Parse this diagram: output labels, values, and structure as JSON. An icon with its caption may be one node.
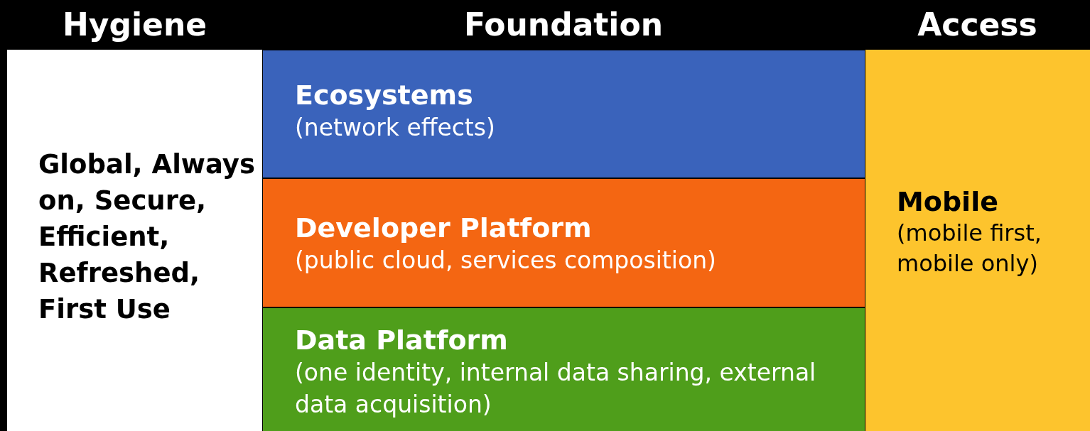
{
  "diagram": {
    "nodes": [
      {
        "text": [
          "Hygiene",
          "Global, Always on, Secure, Efficient, Refreshed, First Use"
        ]
      },
      {
        "text": [
          "Foundation"
        ]
      },
      {
        "text": [
          "Ecosystems",
          "(network effects)"
        ],
        "in": 1
      },
      {
        "text": [
          "Developer Platform",
          "(public cloud, services composition)"
        ],
        "in": 1
      },
      {
        "text": [
          "Data Platform",
          "(one identity, internal data sharing, external data acquisition)"
        ],
        "in": 1
      },
      {
        "text": [
          "Access",
          "Mobile",
          "(mobile first, mobile only)"
        ]
      }
    ]
  }
}
